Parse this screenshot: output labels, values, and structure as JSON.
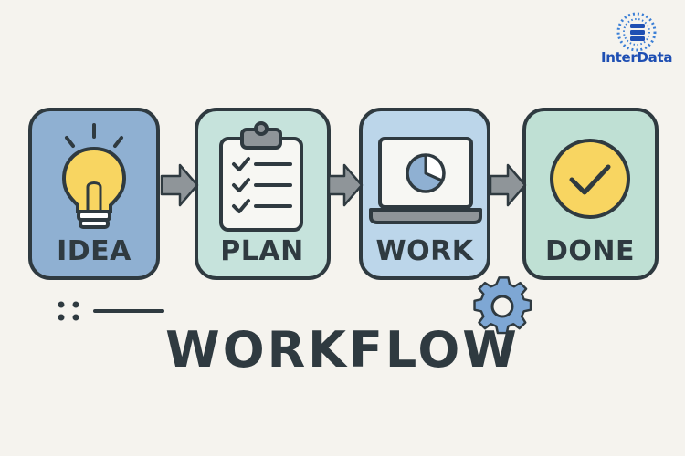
{
  "logo": {
    "brand": "InterData",
    "tagline": "",
    "color": "#1f4fb3"
  },
  "steps": [
    {
      "label": "IDEA",
      "icon": "lightbulb-icon",
      "color": "#8fb0d2"
    },
    {
      "label": "PLAN",
      "icon": "clipboard-checklist-icon",
      "color": "#c6e3dc"
    },
    {
      "label": "WORK",
      "icon": "laptop-chart-icon",
      "color": "#bcd6ea"
    },
    {
      "label": "DONE",
      "icon": "checkmark-circle-icon",
      "color": "#bfe0d4"
    }
  ],
  "title": "WORKFLOW",
  "colors": {
    "outline": "#2f3a40",
    "arrow": "#8f9599",
    "yellow": "#f8d561",
    "gear": "#7ea7d4",
    "background": "#f5f3ee"
  }
}
